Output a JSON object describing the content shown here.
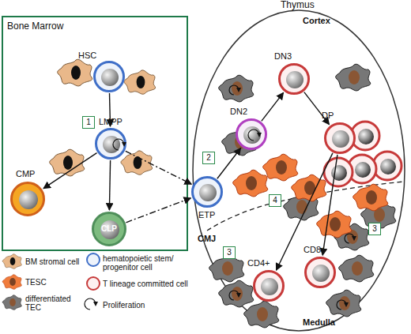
{
  "diagram": {
    "title": "Thymus",
    "nodes": [
      {
        "text": [
          "Bone Marrow"
        ]
      },
      {
        "text": [
          "Cortex",
          "Medulla"
        ]
      },
      {
        "text": [
          "HSC"
        ],
        "in": 0
      },
      {
        "text": [
          "LMPP"
        ],
        "in": 0
      },
      {
        "text": [
          "CMP"
        ],
        "in": 0
      },
      {
        "text": [
          "CLP"
        ],
        "in": 0
      },
      {
        "text": [
          "ETP"
        ],
        "in": 1
      },
      {
        "text": [
          "DN2"
        ],
        "in": 1
      },
      {
        "text": [
          "DN3"
        ],
        "in": 1
      },
      {
        "text": [
          "DP"
        ],
        "in": 1
      },
      {
        "text": [
          "CD4+"
        ],
        "in": 1
      },
      {
        "text": [
          "CD8+"
        ],
        "in": 1
      }
    ],
    "edges": [
      {
        "from": 2,
        "to": 3,
        "arrow": "to"
      },
      {
        "from": 3,
        "to": 4,
        "arrow": "to"
      },
      {
        "from": 3,
        "to": 5,
        "arrow": "to"
      },
      {
        "from": 3,
        "to": 6,
        "arrow": "to"
      },
      {
        "from": 5,
        "to": 6,
        "arrow": "to"
      },
      {
        "from": 6,
        "to": 7,
        "arrow": "to"
      },
      {
        "from": 7,
        "to": 8,
        "arrow": "to"
      },
      {
        "from": 8,
        "to": 9,
        "arrow": "to"
      },
      {
        "from": 9,
        "to": 10,
        "arrow": "to"
      },
      {
        "from": 9,
        "to": 11,
        "arrow": "to"
      }
    ],
    "labels": [
      "1",
      "2",
      "3",
      "3",
      "4",
      "CMJ"
    ],
    "legend": [
      {
        "text": "BM stromal cell"
      },
      {
        "text": "TESC"
      },
      {
        "text": "differentiated TEC"
      },
      {
        "text": "hematopoietic stem/ progenitor cell"
      },
      {
        "text": "T lineage committed cell"
      },
      {
        "text": "Proliferation"
      }
    ]
  }
}
